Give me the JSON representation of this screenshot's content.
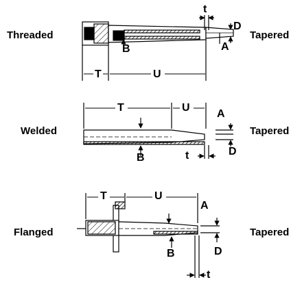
{
  "rows": [
    {
      "connection": "Threaded",
      "shank": "Tapered",
      "dims": {
        "t": "t",
        "D": "D",
        "A": "A",
        "B": "B",
        "T": "T",
        "U": "U"
      }
    },
    {
      "connection": "Welded",
      "shank": "Tapered",
      "dims": {
        "T": "T",
        "U": "U",
        "A": "A",
        "D": "D",
        "t": "t",
        "B": "B"
      }
    },
    {
      "connection": "Flanged",
      "shank": "Tapered",
      "dims": {
        "T": "T",
        "U": "U",
        "A": "A",
        "D": "D",
        "t": "t",
        "B": "B"
      }
    }
  ]
}
